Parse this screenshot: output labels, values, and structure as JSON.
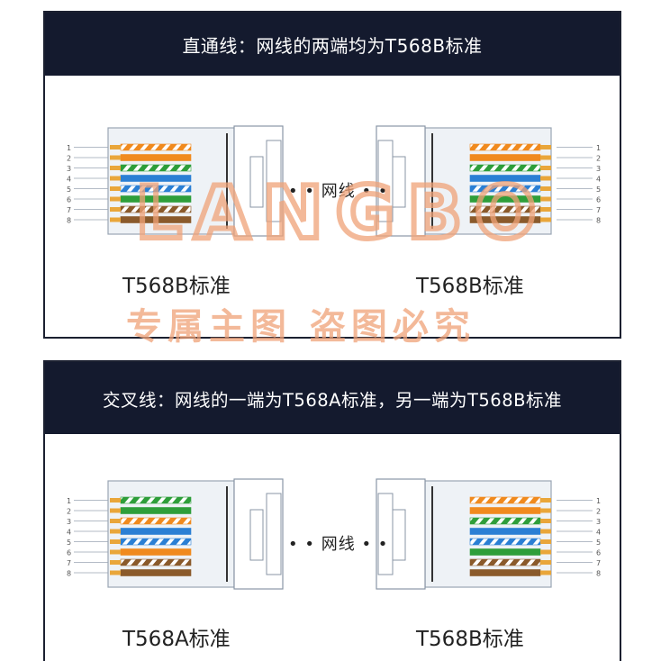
{
  "straight": {
    "title": "直通线：网线的两端均为T568B标准",
    "left_label": "T568B标准",
    "right_label": "T568B标准",
    "cable_label": "网线"
  },
  "crossover": {
    "title": "交叉线：网线的一端为T568A标准，另一端为T568B标准",
    "left_label": "T568A标准",
    "right_label": "T568B标准",
    "cable_label": "网线"
  },
  "watermark": {
    "logo_text": "LANGBO",
    "text": "专属主图  盗图必究"
  },
  "pin_numbers": [
    "1",
    "2",
    "3",
    "4",
    "5",
    "6",
    "7",
    "8"
  ],
  "colors": {
    "header_bg": "#141a2e",
    "orange": "#f08a1e",
    "green": "#2e9e3a",
    "blue": "#2a7fd4",
    "brown": "#8a5a2b",
    "watermark": "#f0a278"
  }
}
